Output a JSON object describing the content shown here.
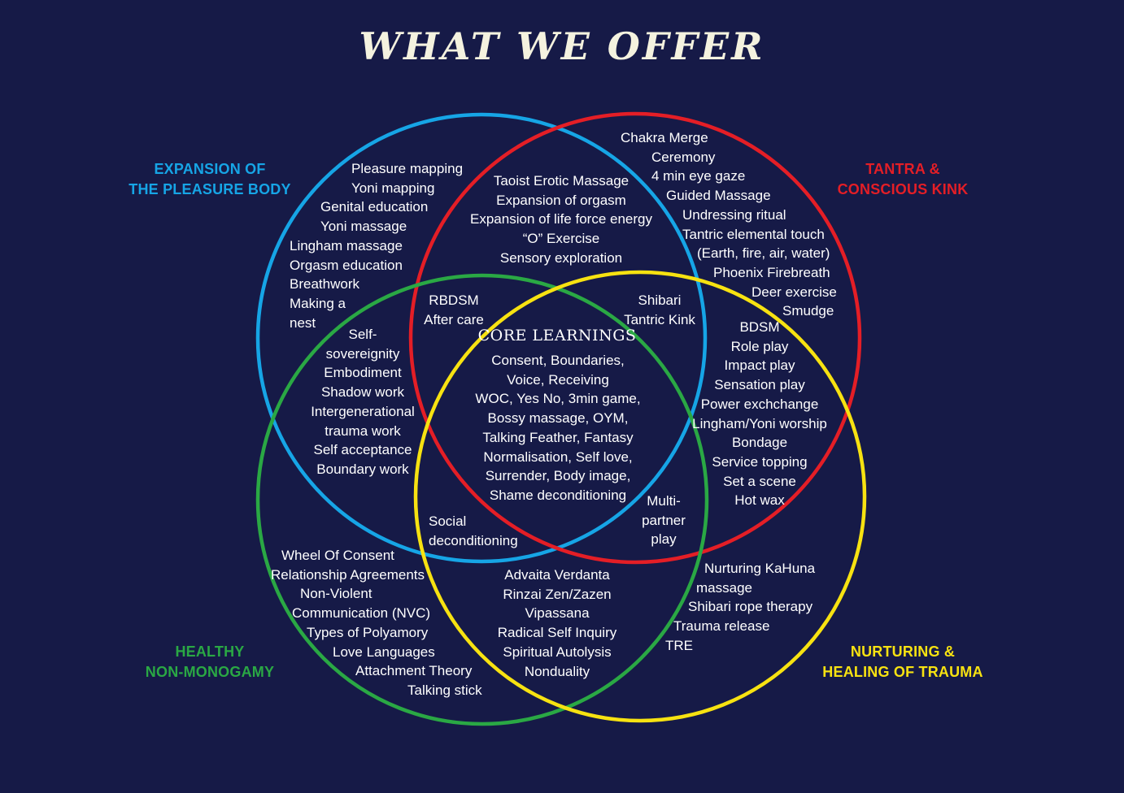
{
  "title": "WHAT WE OFFER",
  "colors": {
    "background": "#161a47",
    "blue": "#16a5e6",
    "red": "#e41e26",
    "green": "#2aa844",
    "yellow": "#f7e211",
    "text": "#ffffff"
  },
  "circles": [
    {
      "id": "blue",
      "label": [
        "EXPANSION OF",
        "THE PLEASURE BODY"
      ]
    },
    {
      "id": "red",
      "label": [
        "TANTRA &",
        "CONSCIOUS KINK"
      ]
    },
    {
      "id": "green",
      "label": [
        "HEALTHY",
        "NON-MONOGAMY"
      ]
    },
    {
      "id": "yellow",
      "label": [
        "NURTURING &",
        "HEALING OF TRAUMA"
      ]
    }
  ],
  "center_title": "CORE LEARNINGS",
  "regions": {
    "blue_only": [
      "Pleasure mapping",
      "Yoni mapping",
      "Genital education",
      "Yoni massage",
      "Lingham massage",
      "Orgasm education",
      "Breathwork",
      "Making a",
      "nest"
    ],
    "blue_red": [
      "Taoist Erotic Massage",
      "Expansion of orgasm",
      "Expansion of life force energy",
      "“O” Exercise",
      "Sensory exploration"
    ],
    "red_only": [
      "Chakra Merge",
      "Ceremony",
      "4 min eye gaze",
      "Guided Massage",
      "Undressing ritual",
      "Tantric elemental touch",
      "(Earth, fire, air, water)",
      "Phoenix Firebreath",
      "Deer exercise",
      "Smudge"
    ],
    "blue_green": [
      "Self-",
      "sovereignity",
      "Embodiment",
      "Shadow work",
      "Intergenerational",
      "trauma work",
      "Self acceptance",
      "Boundary work"
    ],
    "blue_red_green": [
      "RBDSM",
      "After care"
    ],
    "blue_red_yellow": [
      "Shibari",
      "Tantric Kink"
    ],
    "red_yellow": [
      "BDSM",
      "Role play",
      "Impact play",
      "Sensation play",
      "Power exchchange",
      "Lingham/Yoni worship",
      "Bondage",
      "Service topping",
      "Set a scene",
      "Hot wax"
    ],
    "core": [
      "Consent, Boundaries,",
      "Voice, Receiving",
      "WOC, Yes No, 3min game,",
      "Bossy massage, OYM,",
      "Talking Feather, Fantasy",
      "Normalisation, Self love,",
      "Surrender, Body image,",
      "Shame deconditioning"
    ],
    "blue_green_yellow": [
      "Social",
      "deconditioning"
    ],
    "red_green_yellow": [
      "Multi-",
      "partner",
      "play"
    ],
    "green_only": [
      "Wheel Of Consent",
      "Relationship Agreements",
      "Non-Violent",
      "Communication (NVC)",
      "Types of Polyamory",
      "Love Languages",
      "Attachment Theory",
      "Talking stick"
    ],
    "green_yellow": [
      "Advaita Verdanta",
      "Rinzai Zen/Zazen",
      "Vipassana",
      "Radical Self Inquiry",
      "Spiritual Autolysis",
      "Nonduality"
    ],
    "yellow_only": [
      "Nurturing KaHuna",
      "massage",
      "Shibari rope therapy",
      "Trauma release",
      "TRE"
    ]
  }
}
